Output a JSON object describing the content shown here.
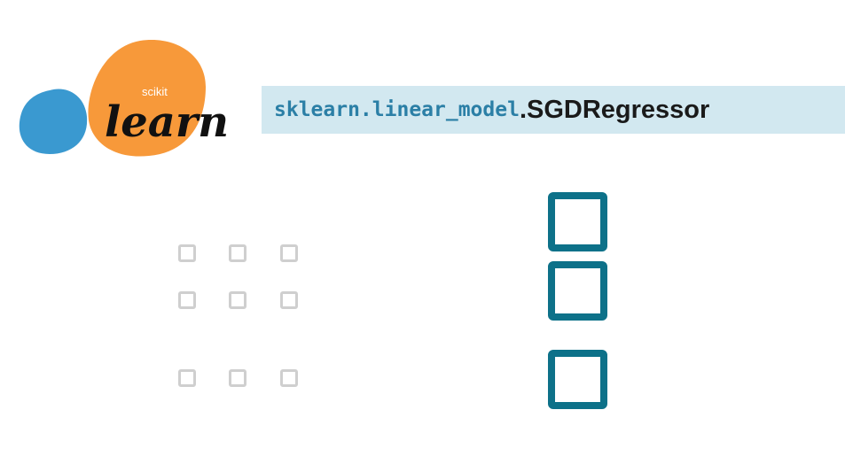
{
  "logo": {
    "small_text": "scikit",
    "big_text": "learn",
    "colors": {
      "blue": "#3a99d0",
      "orange": "#f7993a"
    }
  },
  "title": {
    "module_path": "sklearn.linear_model",
    "class_name": ".SGDRegressor",
    "background": "#d2e8f0",
    "module_color": "#2b7fa6"
  },
  "diagram": {
    "input_rows": 3,
    "input_cols": 3,
    "output_cells": 3,
    "input_color": "#cfcfcf",
    "output_color": "#0d7189"
  }
}
